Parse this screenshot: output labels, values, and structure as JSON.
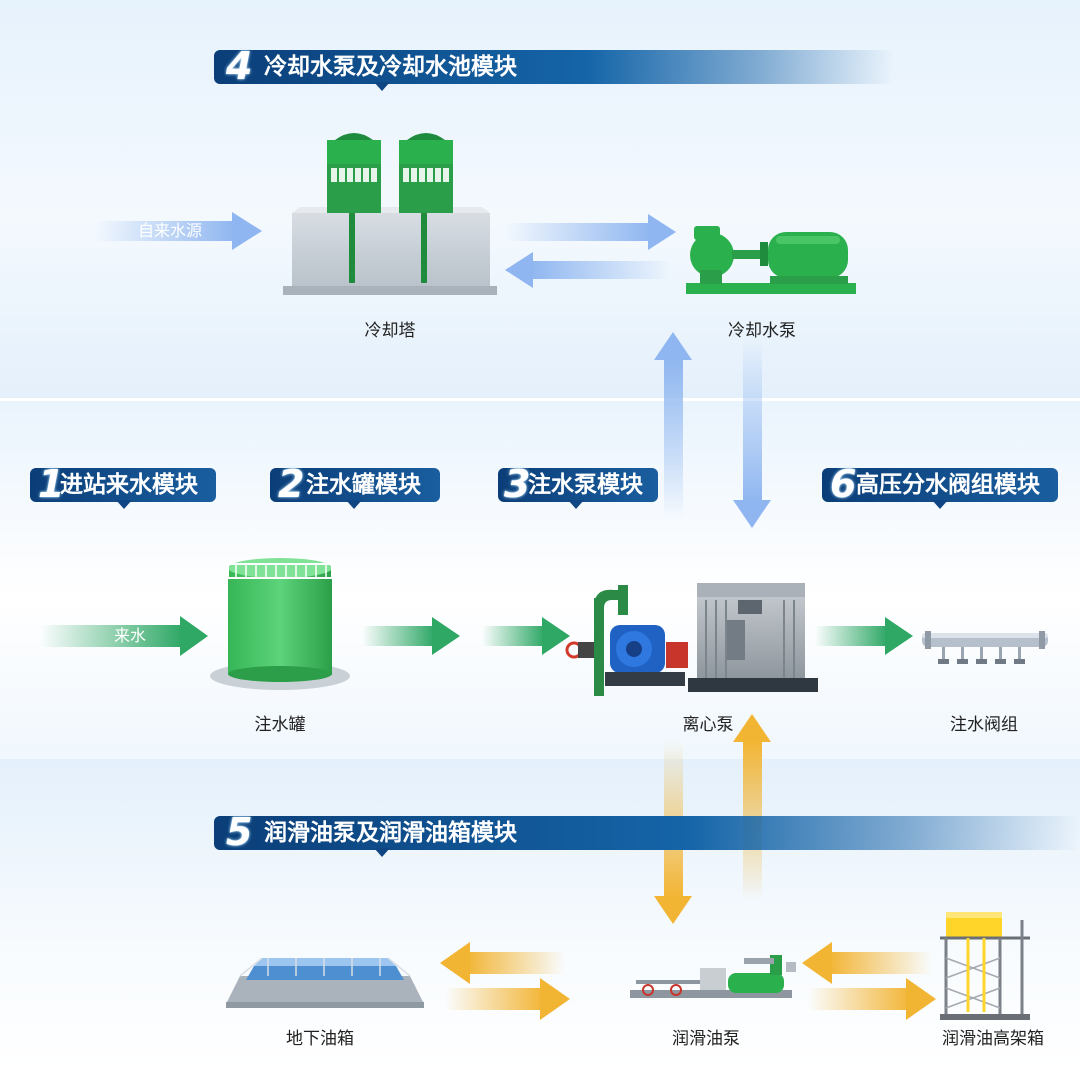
{
  "modules": {
    "m4": {
      "num": "4",
      "title": "冷却水泵及冷却水池模块"
    },
    "m1": {
      "num": "1",
      "title": "进站来水模块"
    },
    "m2": {
      "num": "2",
      "title": "注水罐模块"
    },
    "m3": {
      "num": "3",
      "title": "注水泵模块"
    },
    "m6": {
      "num": "6",
      "title": "高压分水阀组模块"
    },
    "m5": {
      "num": "5",
      "title": "润滑油泵及润滑油箱模块"
    }
  },
  "labels": {
    "cooling_tower": "冷却塔",
    "cooling_pump": "冷却水泵",
    "tap_water": "自来水源",
    "incoming_water": "来水",
    "injection_tank": "注水罐",
    "centrifugal_pump": "离心泵",
    "valve_group": "注水阀组",
    "underground_tank": "地下油箱",
    "lube_pump": "润滑油泵",
    "elevated_tank": "润滑油高架箱"
  },
  "colors": {
    "blue_flow": "#8fb6f0",
    "green_flow": "#2fa866",
    "oil_flow": "#f2b433",
    "equipment_green": "#2bb04e",
    "title_navy": "#0b3e78"
  }
}
